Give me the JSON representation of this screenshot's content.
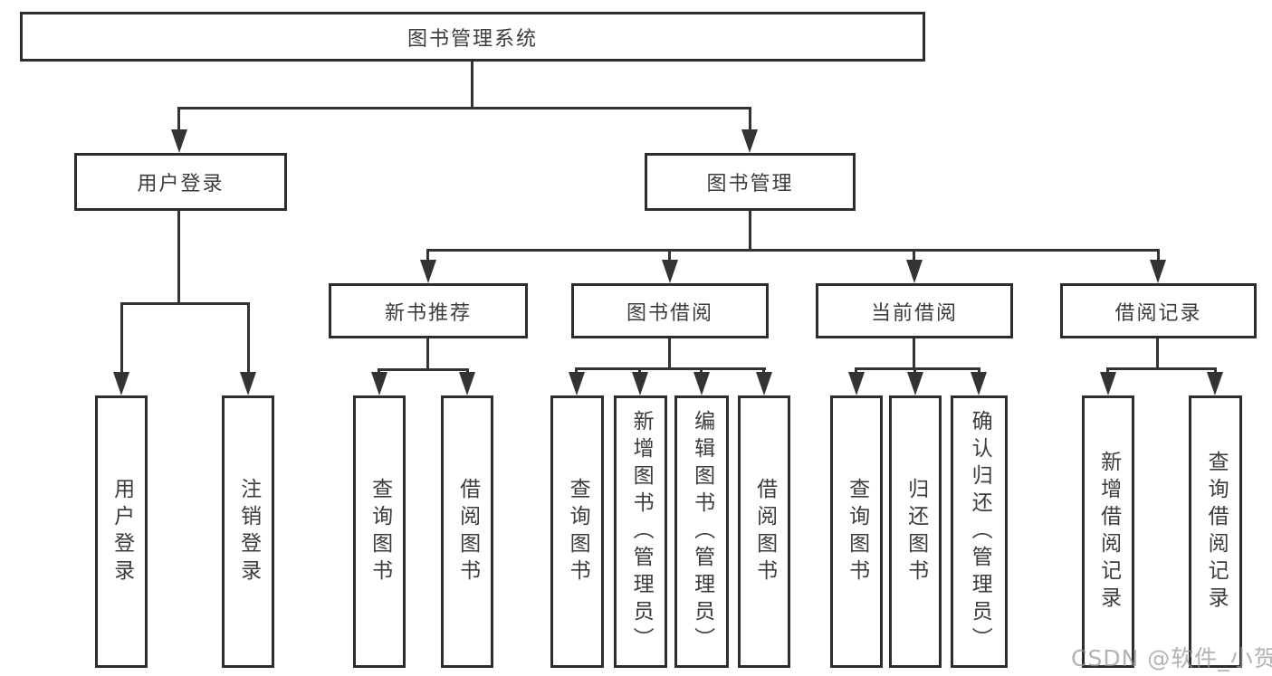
{
  "diagram": {
    "root_label": "图书管理系统",
    "level2": {
      "user_login": "用户登录",
      "book_management": "图书管理"
    },
    "level3": {
      "new_book_recommend": "新书推荐",
      "book_borrow": "图书借阅",
      "current_borrow": "当前借阅",
      "borrow_records": "借阅记录"
    },
    "leaves": {
      "user_login": [
        "用户登录",
        "注销登录"
      ],
      "new_book_recommend": [
        "查询图书",
        "借阅图书"
      ],
      "book_borrow": [
        "查询图书",
        "新增图书（管理员）",
        "编辑图书（管理员）",
        "借阅图书"
      ],
      "current_borrow": [
        "查询图书",
        "归还图书",
        "确认归还（管理员）"
      ],
      "borrow_records": [
        "新增借阅记录",
        "查询借阅记录"
      ]
    },
    "watermark": "CSDN @软件_小贺同学",
    "colors": {
      "line": "#333333",
      "box_border": "#2d2d2d",
      "text": "#3c3c3c",
      "background": "#ffffff",
      "watermark_text": "#969696"
    }
  }
}
